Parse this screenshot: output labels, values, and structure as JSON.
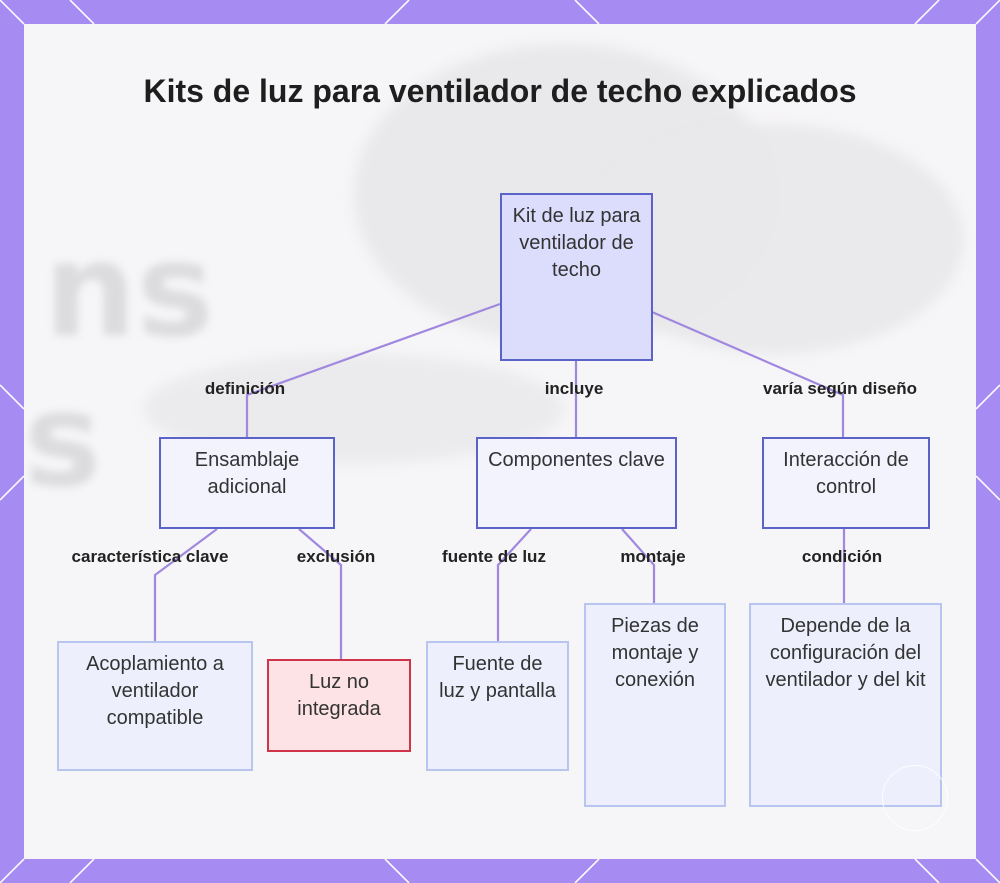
{
  "title": "Kits de luz para ventilador de techo explicados",
  "nodes": {
    "root": "Kit de luz para ventilador de techo",
    "assembly": "Ensamblaje adicional",
    "components": "Componentes clave",
    "interaction": "Interacción de control",
    "coupling": "Acoplamiento a ventilador compatible",
    "not_integrated": "Luz no integrada",
    "light_source": "Fuente de luz y pantalla",
    "mounting_parts": "Piezas de montaje y conexión",
    "depends": "Depende de la configuración del ventilador y del kit"
  },
  "edge_labels": {
    "definition": "definición",
    "includes": "incluye",
    "varies": "varía según diseño",
    "key_feature": "característica clave",
    "exclusion": "exclusión",
    "light_source": "fuente de luz",
    "mounting": "montaje",
    "condition": "condición"
  },
  "colors": {
    "frame": "#a58bf2",
    "root_fill": "#dcdcfc",
    "root_border": "#5b63c8",
    "node_fill": "#f2f3fd",
    "node_border": "#5b63c8",
    "leaf_fill": "#edf0fc",
    "leaf_border": "#b8c5ee",
    "warning_fill": "#fde3e6",
    "warning_border": "#d0344a",
    "edge": "#a088e0"
  }
}
